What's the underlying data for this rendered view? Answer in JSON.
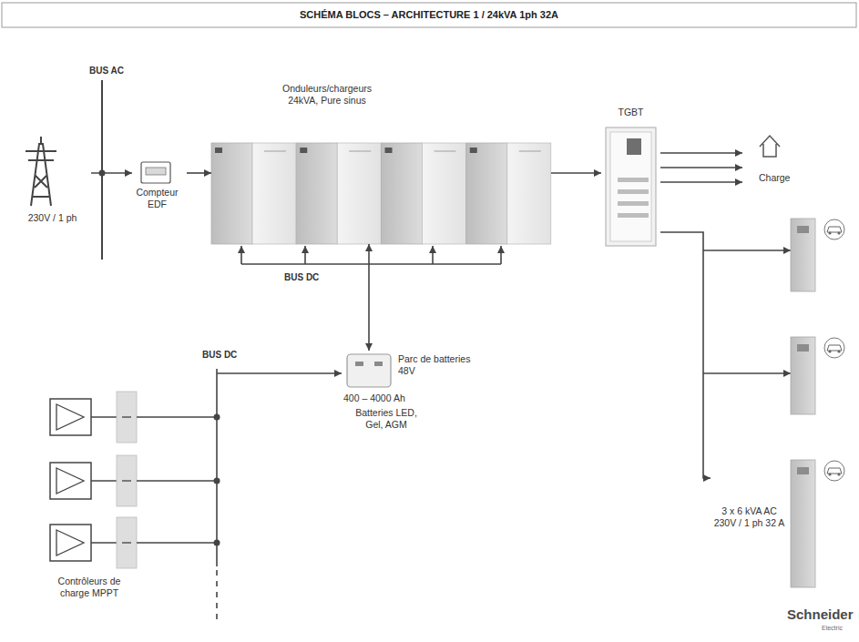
{
  "diagram": {
    "title": "SCHÉMA BLOCS – ARCHITECTURE 1 / 24kVA 1ph 32A",
    "nodes": [
      {
        "text": [
          "230V / 1 ph"
        ]
      },
      {
        "text": [
          "Compteur EDF"
        ]
      },
      {
        "text": [
          "Onduleurs/chargeurs 24kVA, Pure sinus"
        ]
      },
      {
        "text": [
          "TGBT"
        ]
      },
      {
        "text": [
          "Charge"
        ]
      },
      {
        "text": [
          "Parc de batteries 48V",
          "400 – 4000 Ah",
          "Batteries LED, Gel, AGM"
        ]
      },
      {
        "text": [
          "3 x 6 kVA AC 230V / 1 ph 32 A"
        ]
      },
      {
        "text": [
          "Contrôleurs de charge MPPT"
        ]
      }
    ],
    "edges": [
      {
        "from": 0,
        "to": 1,
        "arrow": "to"
      },
      {
        "from": 1,
        "to": 2,
        "arrow": "to"
      },
      {
        "from": 2,
        "to": 3,
        "arrow": "to"
      },
      {
        "from": 3,
        "to": 4,
        "arrow": "to"
      },
      {
        "from": 3,
        "to": 4,
        "arrow": "to"
      },
      {
        "from": 3,
        "to": 4,
        "arrow": "to"
      },
      {
        "from": 3,
        "to": 6,
        "arrow": "to"
      },
      {
        "from": 2,
        "to": 5,
        "arrow": "both"
      },
      {
        "from": 7,
        "to": 5,
        "arrow": "to"
      }
    ],
    "labels": [
      "BUS AC",
      "BUS DC",
      "BUS DC",
      "Schneider",
      "Electric"
    ]
  }
}
